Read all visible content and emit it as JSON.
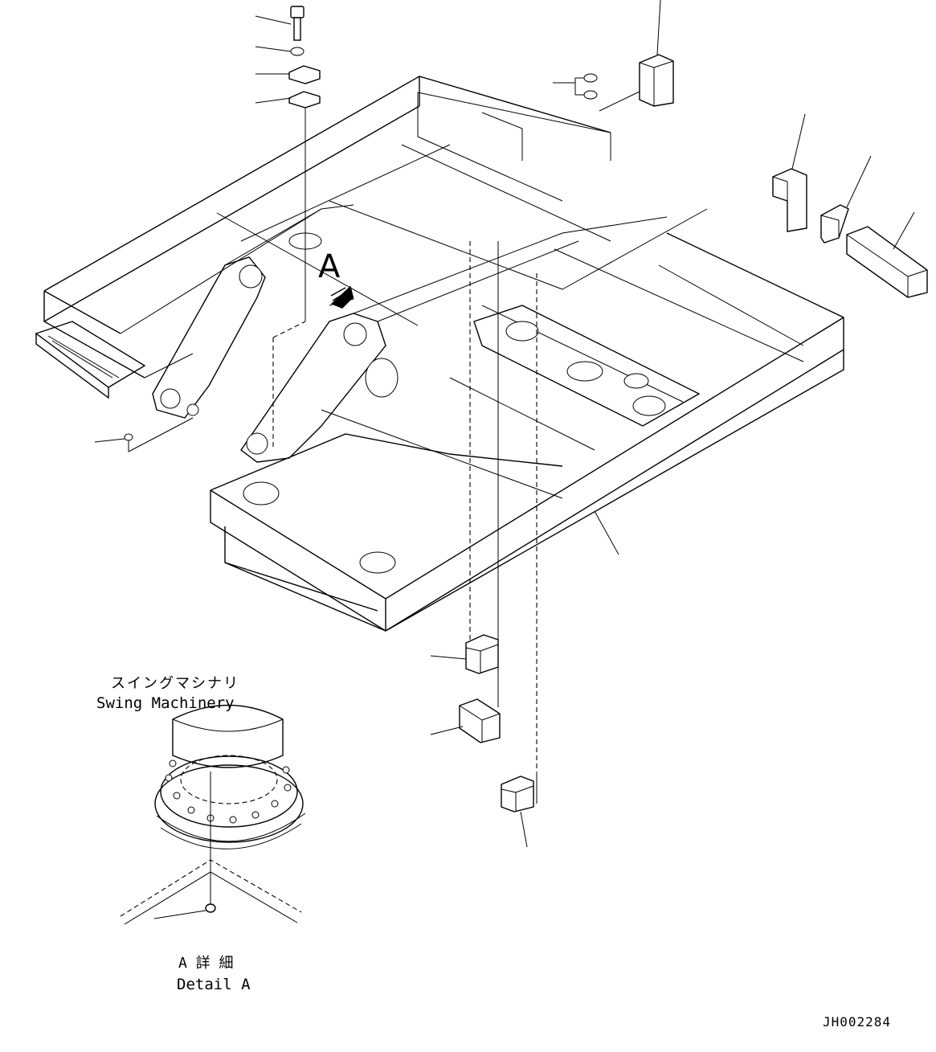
{
  "labels": {
    "swing_jp": "スイングマシナリ",
    "swing_en": "Swing Machinery",
    "view_letter": "A",
    "detail_jp": "A 詳 細",
    "detail_en": "Detail A",
    "drawing_no": "JH002284"
  },
  "colors": {
    "line": "#000000",
    "paper": "#ffffff"
  },
  "icons": {
    "view_arrow": "view-direction-arrow-icon"
  }
}
